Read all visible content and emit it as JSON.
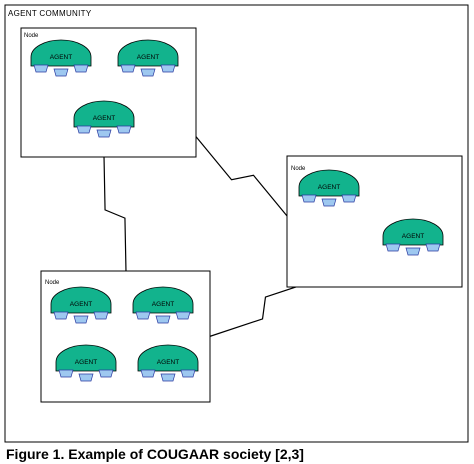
{
  "community": {
    "title": "AGENT COMMUNITY"
  },
  "nodes": [
    {
      "label": "Node",
      "agents": [
        {
          "label": "AGENT"
        },
        {
          "label": "AGENT"
        },
        {
          "label": "AGENT"
        }
      ]
    },
    {
      "label": "Node",
      "agents": [
        {
          "label": "AGENT"
        },
        {
          "label": "AGENT"
        }
      ]
    },
    {
      "label": "Node",
      "agents": [
        {
          "label": "AGENT"
        },
        {
          "label": "AGENT"
        },
        {
          "label": "AGENT"
        },
        {
          "label": "AGENT"
        }
      ]
    }
  ],
  "links": [
    {
      "from": 0,
      "to": 1
    },
    {
      "from": 0,
      "to": 2
    },
    {
      "from": 2,
      "to": 1
    }
  ],
  "caption": "Figure 1. Example of COUGAAR society [2,3]",
  "colors": {
    "agent_fill": "#12b38d",
    "port_fill": "#9ec8f0",
    "port_stroke": "#2a3aa0",
    "line": "#000000"
  }
}
